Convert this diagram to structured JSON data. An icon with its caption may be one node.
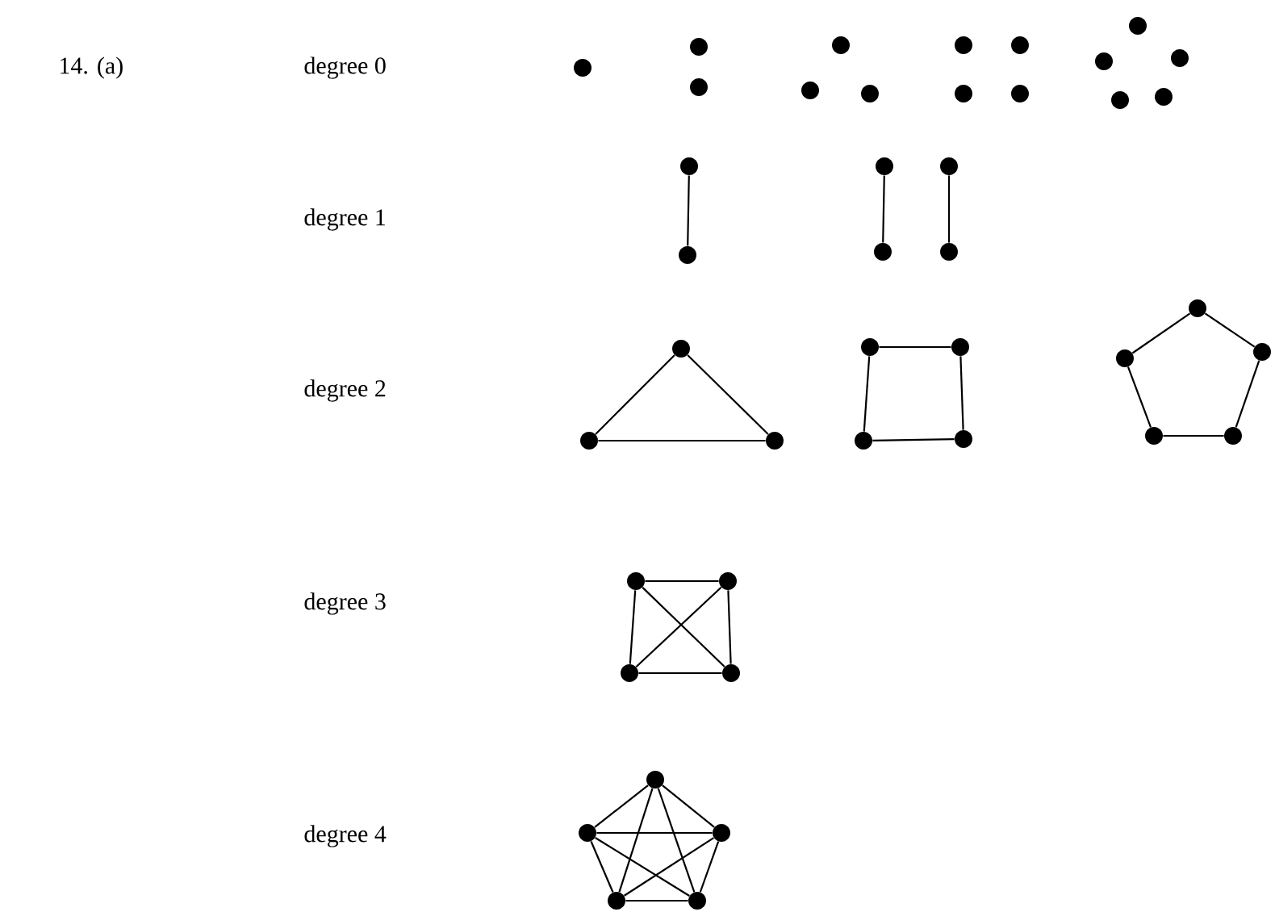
{
  "diagram": {
    "nodes": [
      {
        "text": [],
        "shape": "circle"
      },
      {
        "text": [],
        "shape": "circle"
      },
      {
        "text": [],
        "shape": "circle"
      },
      {
        "text": [],
        "shape": "circle"
      },
      {
        "text": [],
        "shape": "circle"
      },
      {
        "text": [],
        "shape": "circle"
      },
      {
        "text": [],
        "shape": "circle"
      },
      {
        "text": [],
        "shape": "circle"
      },
      {
        "text": [],
        "shape": "circle"
      },
      {
        "text": [],
        "shape": "circle"
      },
      {
        "text": [],
        "shape": "circle"
      },
      {
        "text": [],
        "shape": "circle"
      },
      {
        "text": [],
        "shape": "circle"
      },
      {
        "text": [],
        "shape": "circle"
      },
      {
        "text": [],
        "shape": "circle"
      },
      {
        "text": [],
        "shape": "circle"
      },
      {
        "text": [],
        "shape": "circle"
      },
      {
        "text": [],
        "shape": "circle"
      },
      {
        "text": [],
        "shape": "circle"
      },
      {
        "text": [],
        "shape": "circle"
      },
      {
        "text": [],
        "shape": "circle"
      },
      {
        "text": [],
        "shape": "circle"
      },
      {
        "text": [],
        "shape": "circle"
      },
      {
        "text": [],
        "shape": "circle"
      },
      {
        "text": [],
        "shape": "circle"
      },
      {
        "text": [],
        "shape": "circle"
      },
      {
        "text": [],
        "shape": "circle"
      },
      {
        "text": [],
        "shape": "circle"
      },
      {
        "text": [],
        "shape": "circle"
      },
      {
        "text": [],
        "shape": "circle"
      },
      {
        "text": [],
        "shape": "circle"
      },
      {
        "text": [],
        "shape": "circle"
      },
      {
        "text": [],
        "shape": "circle"
      },
      {
        "text": [],
        "shape": "circle"
      },
      {
        "text": [],
        "shape": "circle"
      },
      {
        "text": [],
        "shape": "circle"
      },
      {
        "text": [],
        "shape": "circle"
      },
      {
        "text": [],
        "shape": "circle"
      },
      {
        "text": [],
        "shape": "circle"
      },
      {
        "text": [],
        "shape": "circle"
      },
      {
        "text": [],
        "shape": "circle"
      },
      {
        "text": [],
        "shape": "circle"
      }
    ],
    "edges": [
      {
        "from": 15,
        "to": 16,
        "arrow": "none"
      },
      {
        "from": 17,
        "to": 18,
        "arrow": "none"
      },
      {
        "from": 19,
        "to": 20,
        "arrow": "none"
      },
      {
        "from": 21,
        "to": 22,
        "arrow": "none"
      },
      {
        "from": 22,
        "to": 23,
        "arrow": "none"
      },
      {
        "from": 23,
        "to": 21,
        "arrow": "none"
      },
      {
        "from": 24,
        "to": 25,
        "arrow": "none"
      },
      {
        "from": 25,
        "to": 27,
        "arrow": "none"
      },
      {
        "from": 27,
        "to": 26,
        "arrow": "none"
      },
      {
        "from": 26,
        "to": 24,
        "arrow": "none"
      },
      {
        "from": 28,
        "to": 30,
        "arrow": "none"
      },
      {
        "from": 30,
        "to": 32,
        "arrow": "none"
      },
      {
        "from": 32,
        "to": 31,
        "arrow": "none"
      },
      {
        "from": 31,
        "to": 29,
        "arrow": "none"
      },
      {
        "from": 29,
        "to": 28,
        "arrow": "none"
      },
      {
        "from": 33,
        "to": 34,
        "arrow": "none"
      },
      {
        "from": 34,
        "to": 36,
        "arrow": "none"
      },
      {
        "from": 36,
        "to": 35,
        "arrow": "none"
      },
      {
        "from": 35,
        "to": 33,
        "arrow": "none"
      },
      {
        "from": 33,
        "to": 36,
        "arrow": "none"
      },
      {
        "from": 34,
        "to": 35,
        "arrow": "none"
      },
      {
        "from": 37,
        "to": 38,
        "arrow": "none"
      },
      {
        "from": 37,
        "to": 39,
        "arrow": "none"
      },
      {
        "from": 37,
        "to": 40,
        "arrow": "none"
      },
      {
        "from": 37,
        "to": 41,
        "arrow": "none"
      },
      {
        "from": 38,
        "to": 39,
        "arrow": "none"
      },
      {
        "from": 38,
        "to": 40,
        "arrow": "none"
      },
      {
        "from": 38,
        "to": 41,
        "arrow": "none"
      },
      {
        "from": 39,
        "to": 40,
        "arrow": "none"
      },
      {
        "from": 39,
        "to": 41,
        "arrow": "none"
      },
      {
        "from": 40,
        "to": 41,
        "arrow": "none"
      }
    ],
    "labels": [
      "14. (a)",
      "degree 0",
      "degree 1",
      "degree 2",
      "degree 3",
      "degree 4"
    ]
  }
}
